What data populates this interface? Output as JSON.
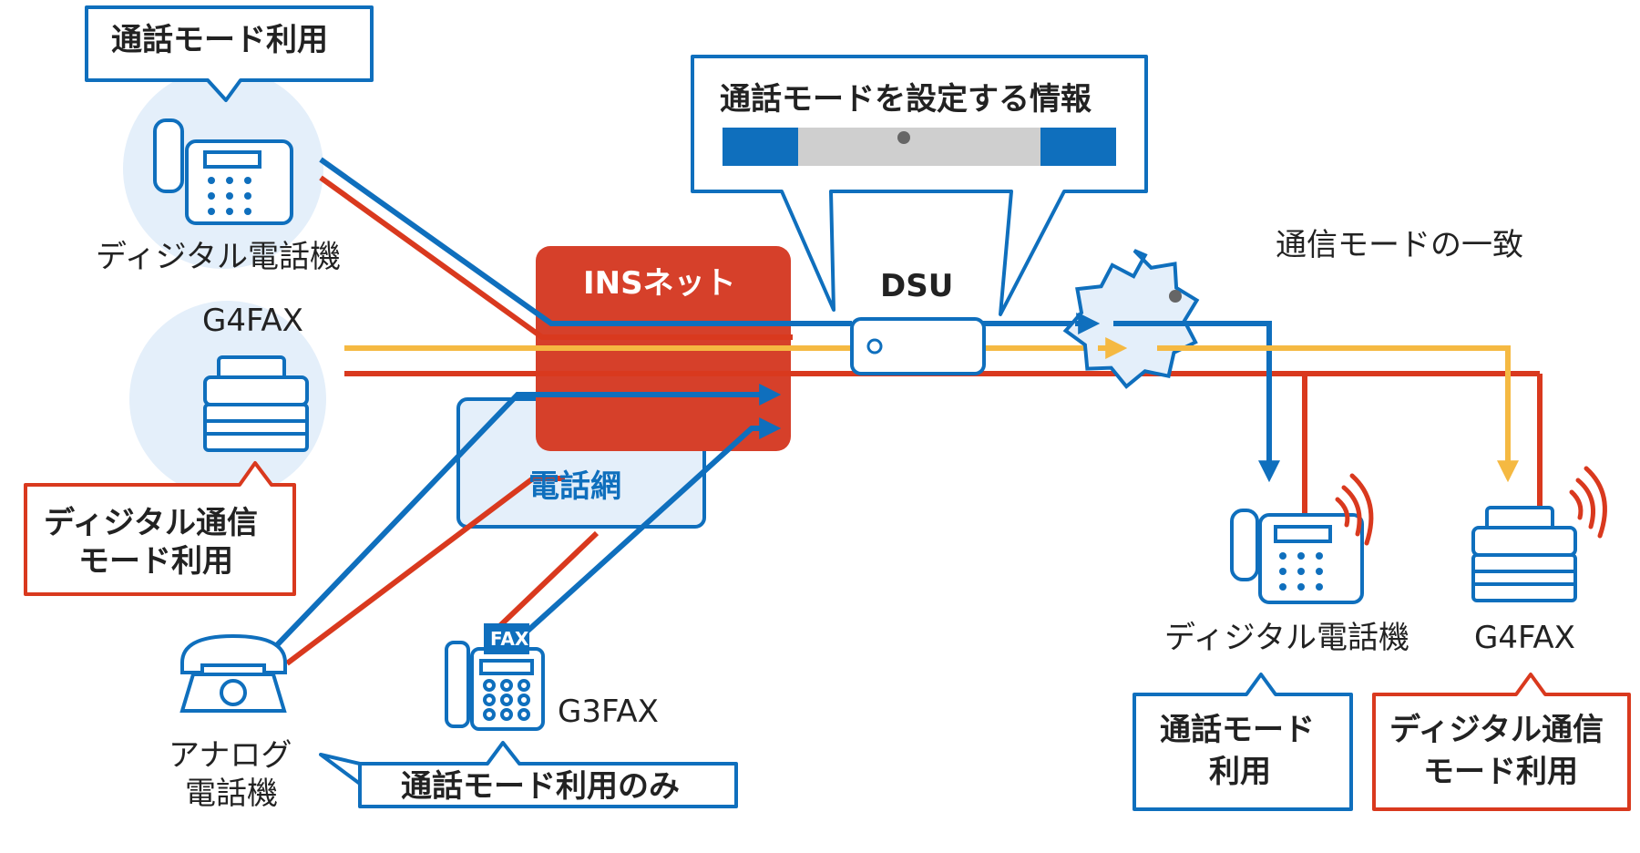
{
  "colors": {
    "blue": "#0f6fbd",
    "red": "#d9391e",
    "yellow": "#f5b942",
    "light_blue": "#e4effa",
    "ins_red": "#d6402a",
    "gray_bar": "#cfcfcf",
    "dark_gray": "#666666"
  },
  "icons": [
    "desk-phone-icon",
    "fax-machine-icon",
    "rotary-phone-icon",
    "g3fax-machine-icon",
    "burst-icon",
    "dsu-device-icon",
    "signal-wave-icon"
  ],
  "callouts": {
    "left_top": "通話モード利用",
    "left_mid_line1": "ディジタル通信",
    "left_mid_line2": "モード利用",
    "bottom_mid": "通話モード利用のみ",
    "top_center": "通話モードを設定する情報",
    "right_a_line1": "通話モード",
    "right_a_line2": "利用",
    "right_b_line1": "ディジタル通信",
    "right_b_line2": "モード利用"
  },
  "labels": {
    "digital_phone_left": "ディジタル電話機",
    "g4fax_left": "G4FAX",
    "ins_net": "INSネット",
    "phone_net": "電話網",
    "dsu": "DSU",
    "mode_match": "通信モードの一致",
    "analog_line1": "アナログ",
    "analog_line2": "電話機",
    "g3fax": "G3FAX",
    "fax_badge": "FAX",
    "digital_phone_right": "ディジタル電話機",
    "g4fax_right": "G4FAX"
  }
}
